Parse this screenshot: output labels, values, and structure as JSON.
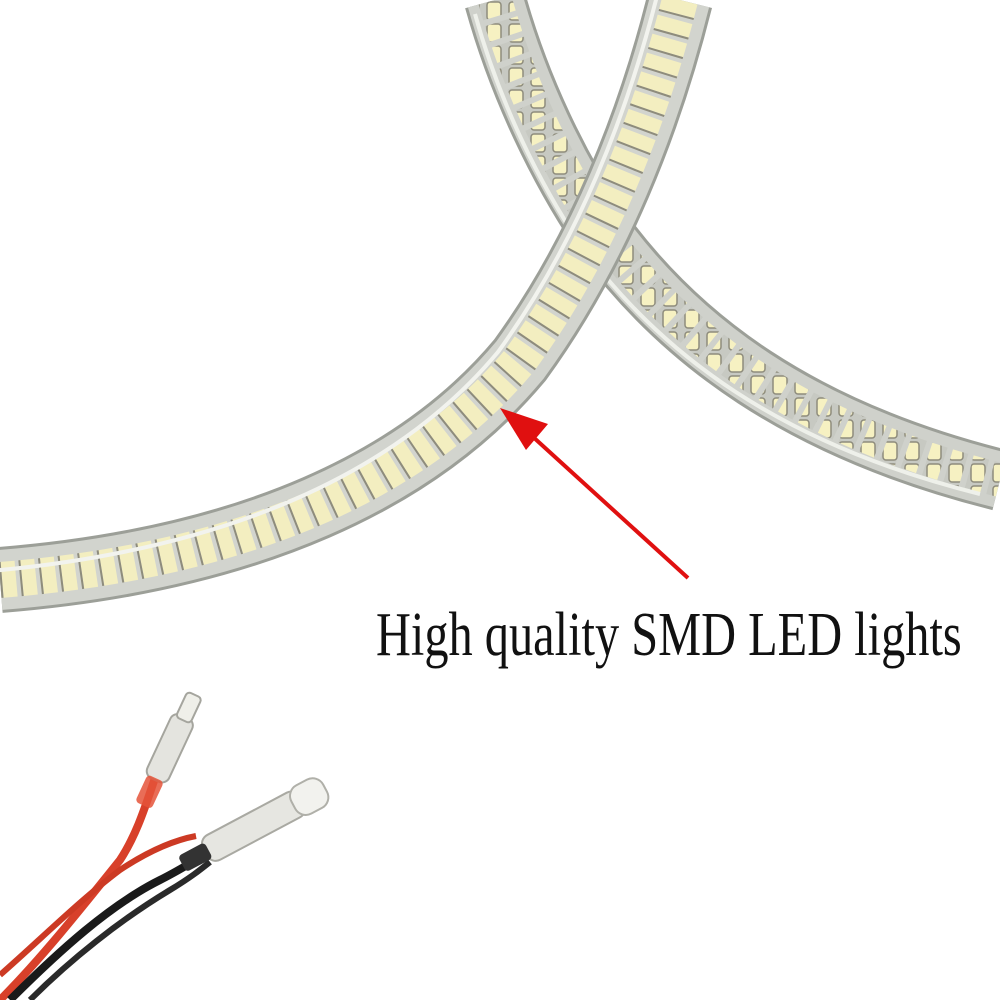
{
  "caption": {
    "text": "High quality SMD LED lights"
  },
  "colors": {
    "background": "#ffffff",
    "ring_tube": "#c9cbc6",
    "ring_tube_edge": "#9c9f98",
    "led_chip": "#f4efbf",
    "led_chip_edge": "#8e8c7c",
    "arrow": "#e01010",
    "wire_red": "#d8402a",
    "wire_black": "#1a1a1a",
    "connector": "#d9d9d4"
  },
  "icons": {
    "arrow": "red-arrow-pointer",
    "connector": "bullet-connector"
  }
}
